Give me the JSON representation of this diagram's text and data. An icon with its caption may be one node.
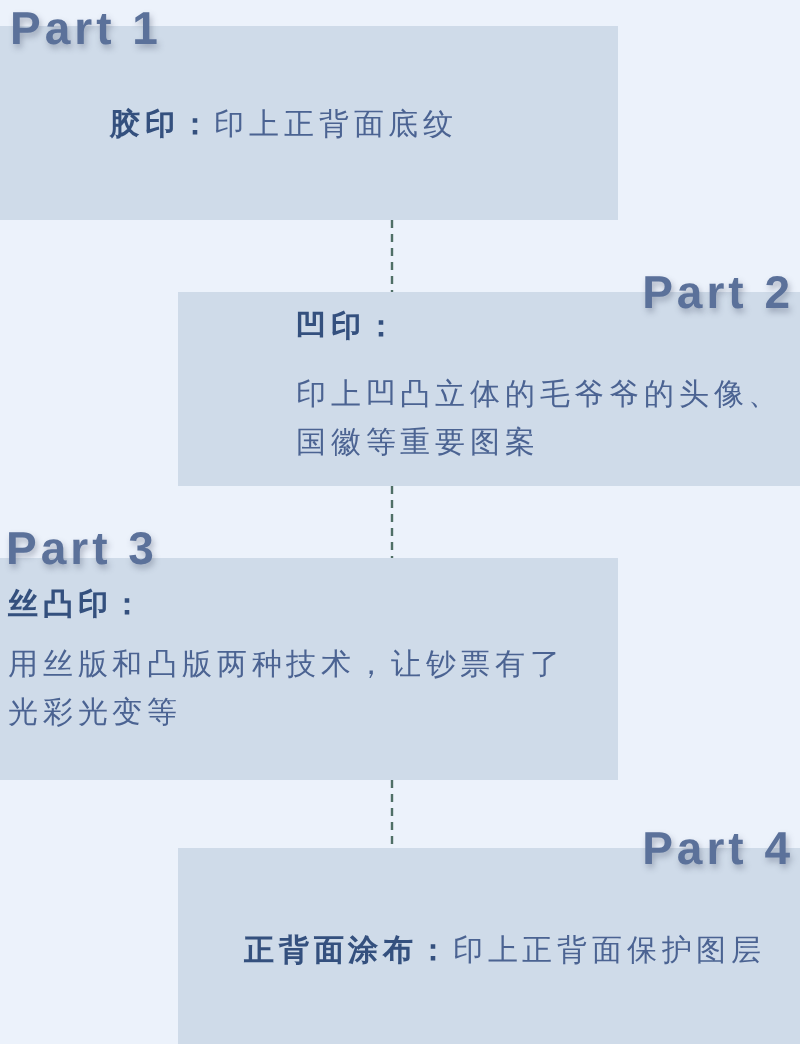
{
  "diagram": {
    "nodes": [
      {
        "text": [
          "Part 1",
          "**胶印：**印上正背面底纹"
        ]
      },
      {
        "text": [
          "Part 2",
          "凹印：",
          "印上凹凸立体的毛爷爷的头像、国徽等重要图案"
        ]
      },
      {
        "text": [
          "Part 3",
          "丝凸印：",
          "用丝版和凸版两种技术，让钞票有了光彩光变等"
        ]
      },
      {
        "text": [
          "Part 4",
          "**正背面涂布：**印上正背面保护图层"
        ]
      }
    ],
    "edges": [
      {
        "from": 0,
        "to": 1,
        "arrow": "none",
        "style": "dashed"
      },
      {
        "from": 1,
        "to": 2,
        "arrow": "none",
        "style": "dashed"
      },
      {
        "from": 2,
        "to": 3,
        "arrow": "none",
        "style": "dashed"
      }
    ]
  }
}
